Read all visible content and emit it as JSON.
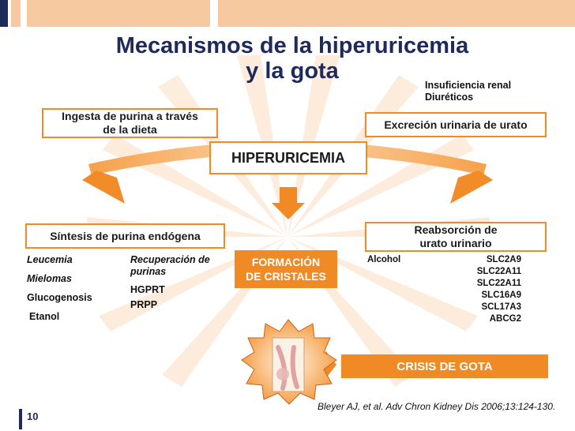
{
  "title": {
    "line1": "Mecanismos de la hiperuricemia",
    "line2": "y la gota"
  },
  "top_right_note": {
    "line1": "Insuficiencia renal",
    "line2": "Diuréticos"
  },
  "boxes": {
    "ingesta": {
      "line1": "Ingesta de purina a través",
      "line2": "de la dieta"
    },
    "excrecion": "Excreción urinaria de urato",
    "hiperuricemia": "HIPERURICEMIA",
    "sintesis": "Síntesis de purina endógena",
    "reabsorcion": {
      "line1": "Reabsorción de",
      "line2": "urato urinario"
    },
    "formacion": {
      "line1": "FORMACIÓN",
      "line2": "DE CRISTALES"
    },
    "crisis": "CRISIS DE GOTA"
  },
  "left_list": [
    "Leucemia",
    "Mielomas",
    "Glucogenosis",
    "Etanol"
  ],
  "middle_list": {
    "heading_line1": "Recuperación de",
    "heading_line2": "purinas",
    "items": [
      "HGPRT",
      "PRPP"
    ]
  },
  "alcohol_label": "Alcohol",
  "transporters": [
    "SLC2A9",
    "SLC22A11",
    "SLC22A11",
    "SLC16A9",
    "SCL17A3",
    "ABCG2"
  ],
  "reference": "Bleyer AJ, et al. Adv Chron Kidney Dis 2006;13:124-130.",
  "page_number": "10",
  "colors": {
    "orange": "#f08a24",
    "title_blue": "#1e2a5a",
    "pale_orange": "#f7c9a0"
  }
}
